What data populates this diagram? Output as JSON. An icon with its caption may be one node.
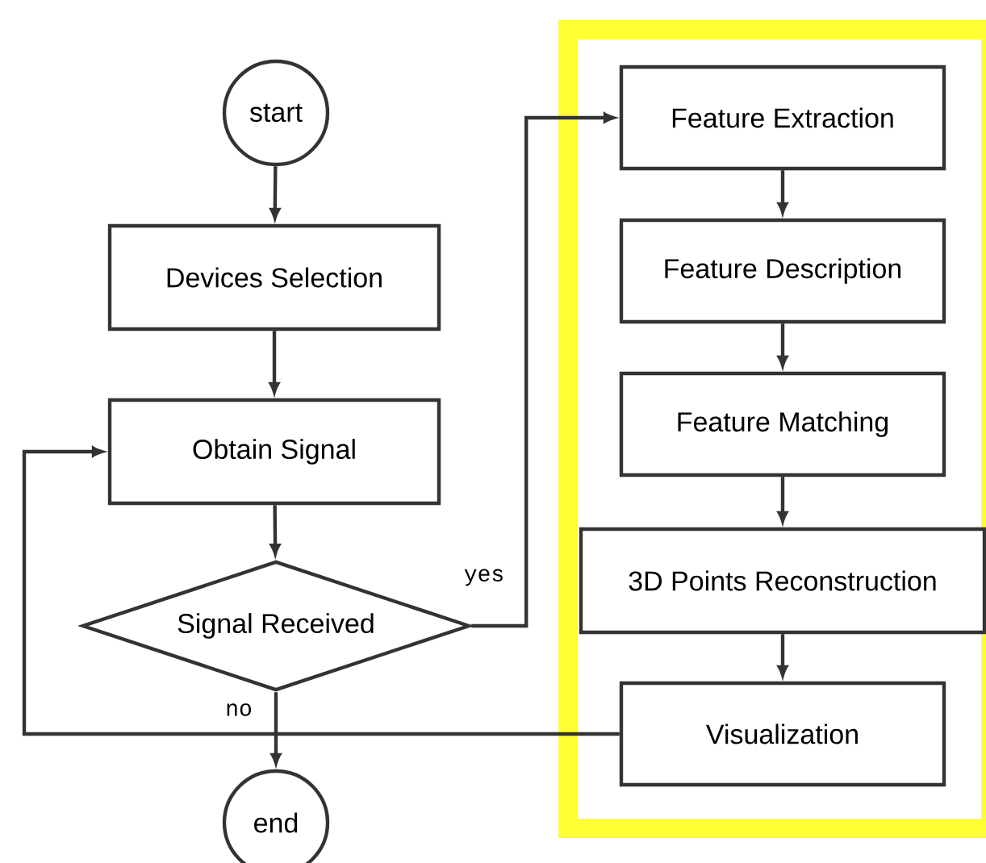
{
  "diagram": {
    "nodes": [
      {
        "text": [
          "start"
        ]
      },
      {
        "text": [
          "Devices Selection"
        ]
      },
      {
        "text": [
          "Obtain Signal"
        ]
      },
      {
        "text": [
          "Signal Received"
        ]
      },
      {
        "text": [
          "end"
        ]
      },
      {
        "text": [],
        "shape": "box"
      },
      {
        "text": [
          "Feature Extraction"
        ],
        "in": 5
      },
      {
        "text": [
          "Feature Description"
        ],
        "in": 5
      },
      {
        "text": [
          "Feature Matching"
        ],
        "in": 5
      },
      {
        "text": [
          "3D Points Reconstruction"
        ],
        "in": 5
      },
      {
        "text": [
          "Visualization"
        ],
        "in": 5
      }
    ],
    "edges": [
      {
        "from": 0,
        "to": 1,
        "arrow": "to"
      },
      {
        "from": 1,
        "to": 2,
        "arrow": "to"
      },
      {
        "from": 2,
        "to": 3,
        "arrow": "to"
      },
      {
        "from": 3,
        "to": 6,
        "arrow": "to",
        "label": "yes"
      },
      {
        "from": 6,
        "to": 7,
        "arrow": "to"
      },
      {
        "from": 7,
        "to": 8,
        "arrow": "to"
      },
      {
        "from": 8,
        "to": 9,
        "arrow": "to"
      },
      {
        "from": 9,
        "to": 10,
        "arrow": "to"
      },
      {
        "from": 3,
        "to": 4,
        "arrow": "to",
        "label": "no"
      },
      {
        "from": 10,
        "to": 2,
        "arrow": "to"
      }
    ]
  }
}
